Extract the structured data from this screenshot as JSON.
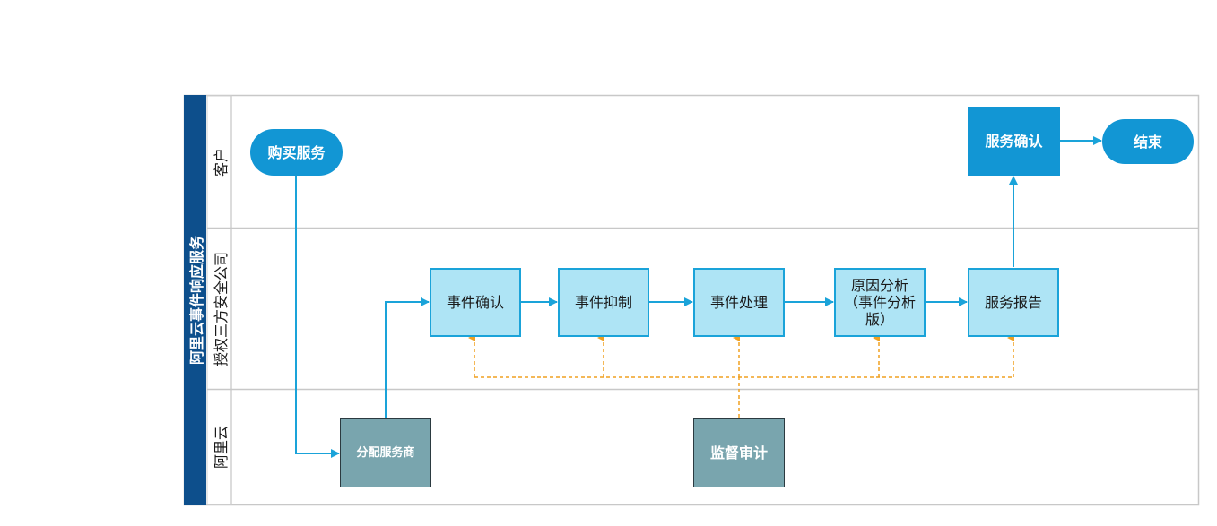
{
  "pool": {
    "title": "阿里云事件响应服务",
    "color": "#0d4f8c"
  },
  "lanes": [
    {
      "id": "customer",
      "label": "客户"
    },
    {
      "id": "partner",
      "label": "授权三方安全公司"
    },
    {
      "id": "aliyun",
      "label": "阿里云"
    }
  ],
  "nodes": {
    "buy_service": "购买服务",
    "service_confirm": "服务确认",
    "end": "结束",
    "event_confirm": "事件确认",
    "event_suppress": "事件抑制",
    "event_handle": "事件处理",
    "root_cause": "原因分析\n（事件分析版）",
    "service_report": "服务报告",
    "assign_provider": "分配服务商",
    "audit": "监督审计"
  },
  "colors": {
    "terminal": "#1296d4",
    "process_light": "#aee4f5",
    "process_border": "#1aa3d9",
    "aliyun_node": "#79a5ae",
    "flow_arrow": "#1aa3d9",
    "audit_arrow": "#f0a020"
  }
}
